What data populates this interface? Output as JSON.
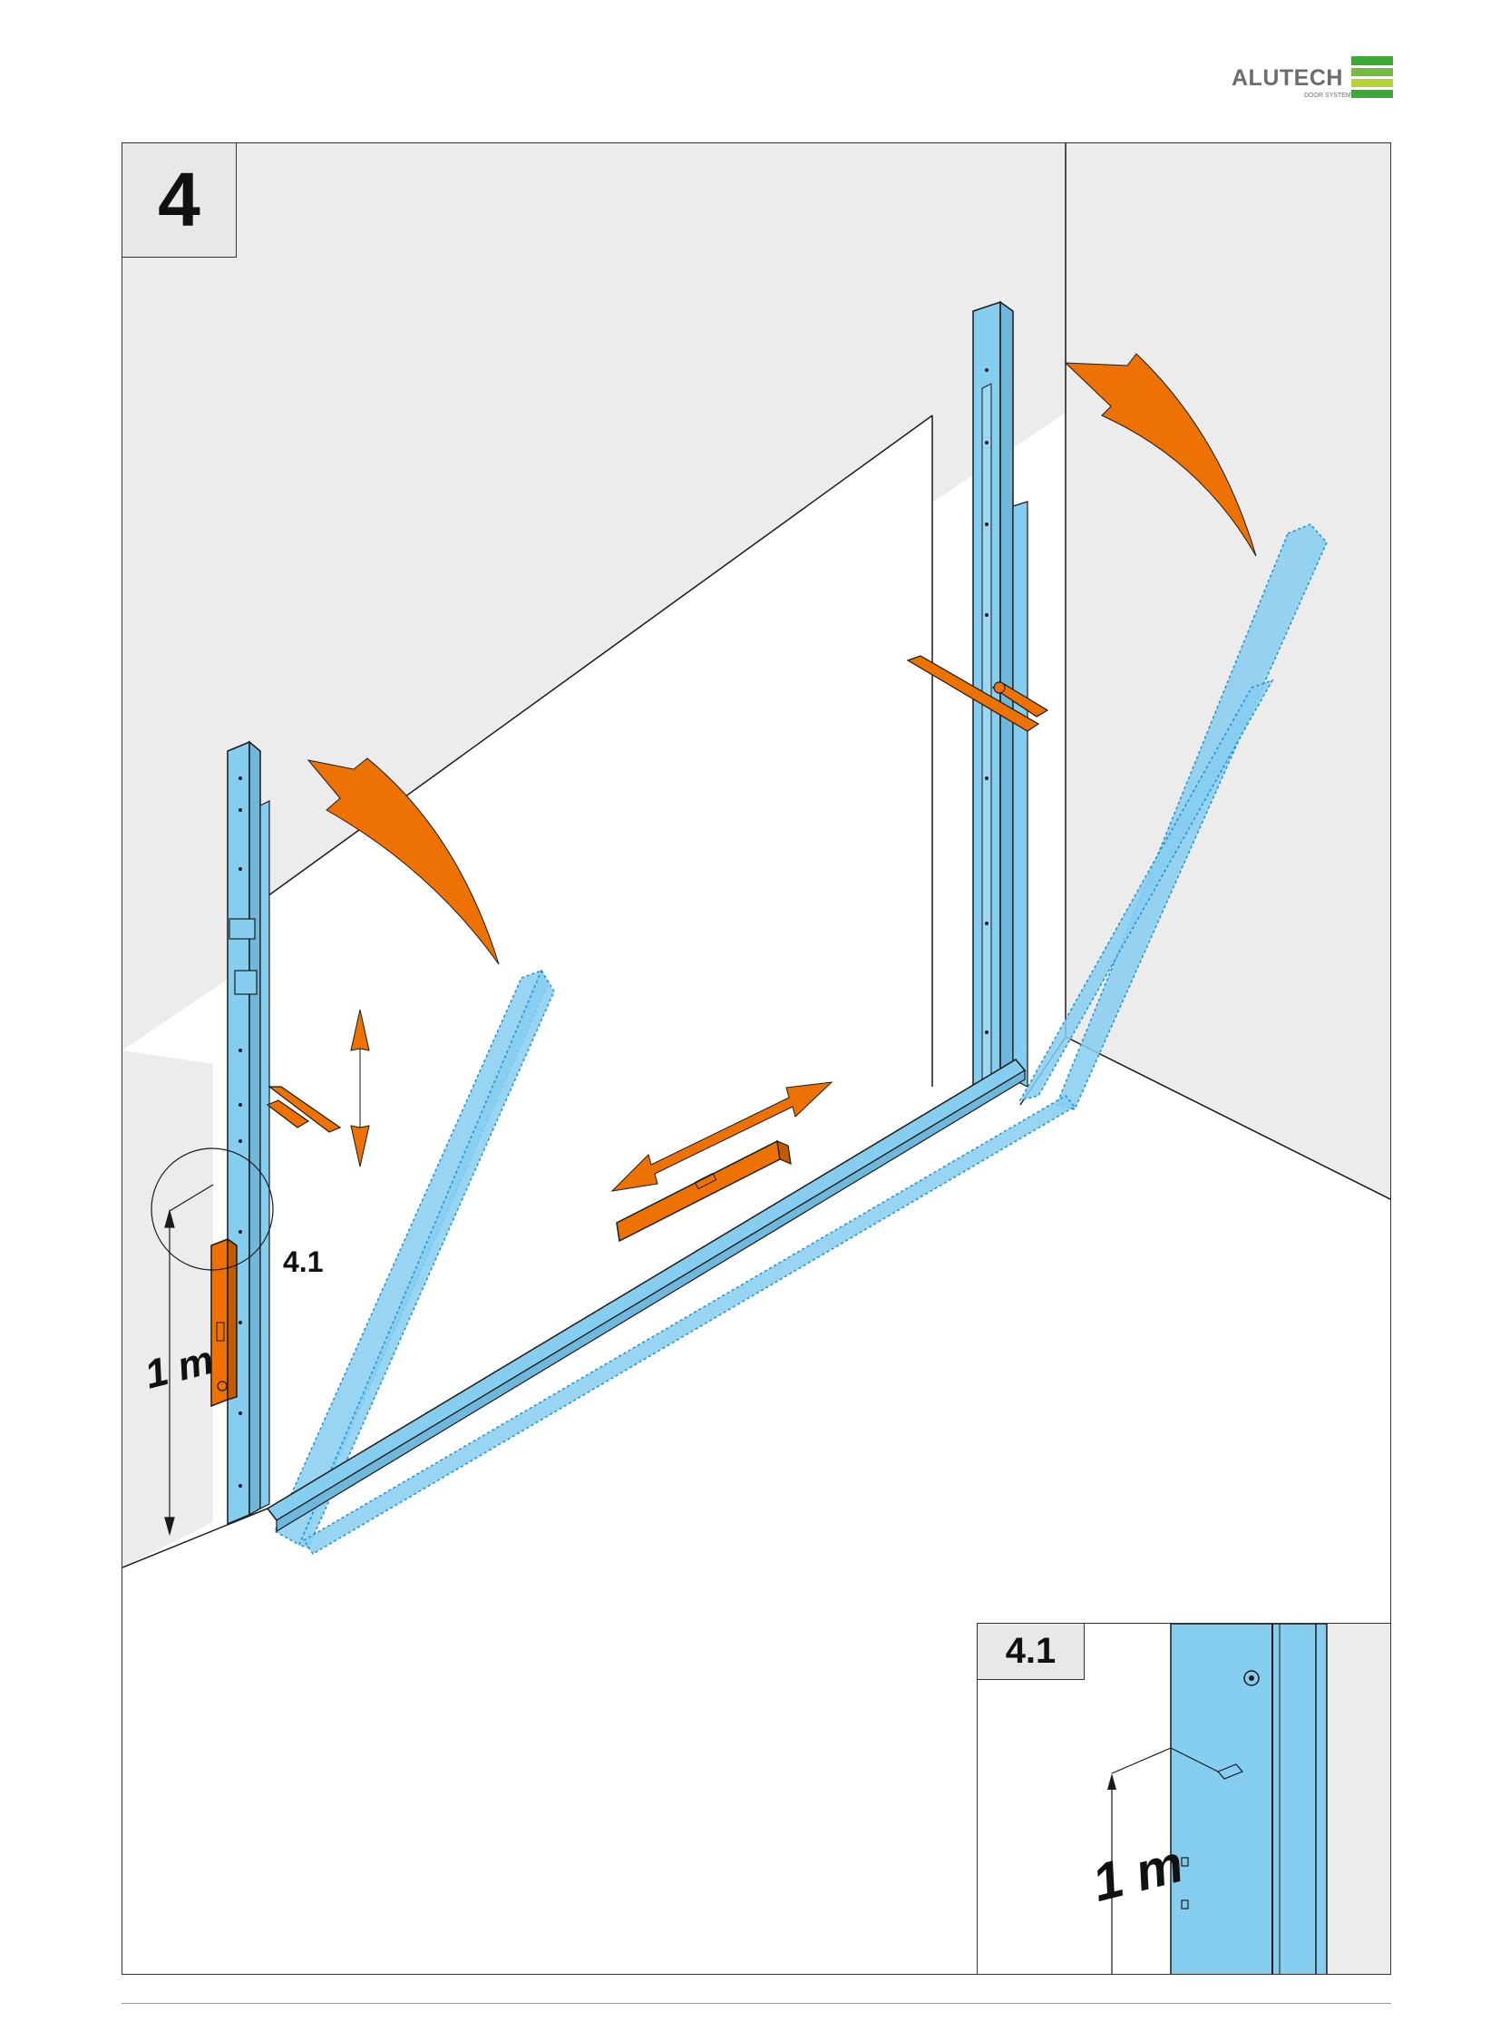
{
  "brand": {
    "name": "ALUTECH",
    "subtitle": "DOOR SYSTEMS",
    "colors": {
      "green_dark": "#3aa935",
      "green_light": "#b6d433",
      "gray": "#6b6e70"
    }
  },
  "step": {
    "number": "4"
  },
  "callout": {
    "label": "4.1"
  },
  "dimension": {
    "label": "1 m"
  },
  "detail": {
    "number": "4.1",
    "dimension_label": "1 m"
  },
  "colors": {
    "profile_blue": "#85cef0",
    "tool_orange": "#ee7203",
    "wall_gray": "#ececec",
    "line": "#1a1a1a"
  }
}
